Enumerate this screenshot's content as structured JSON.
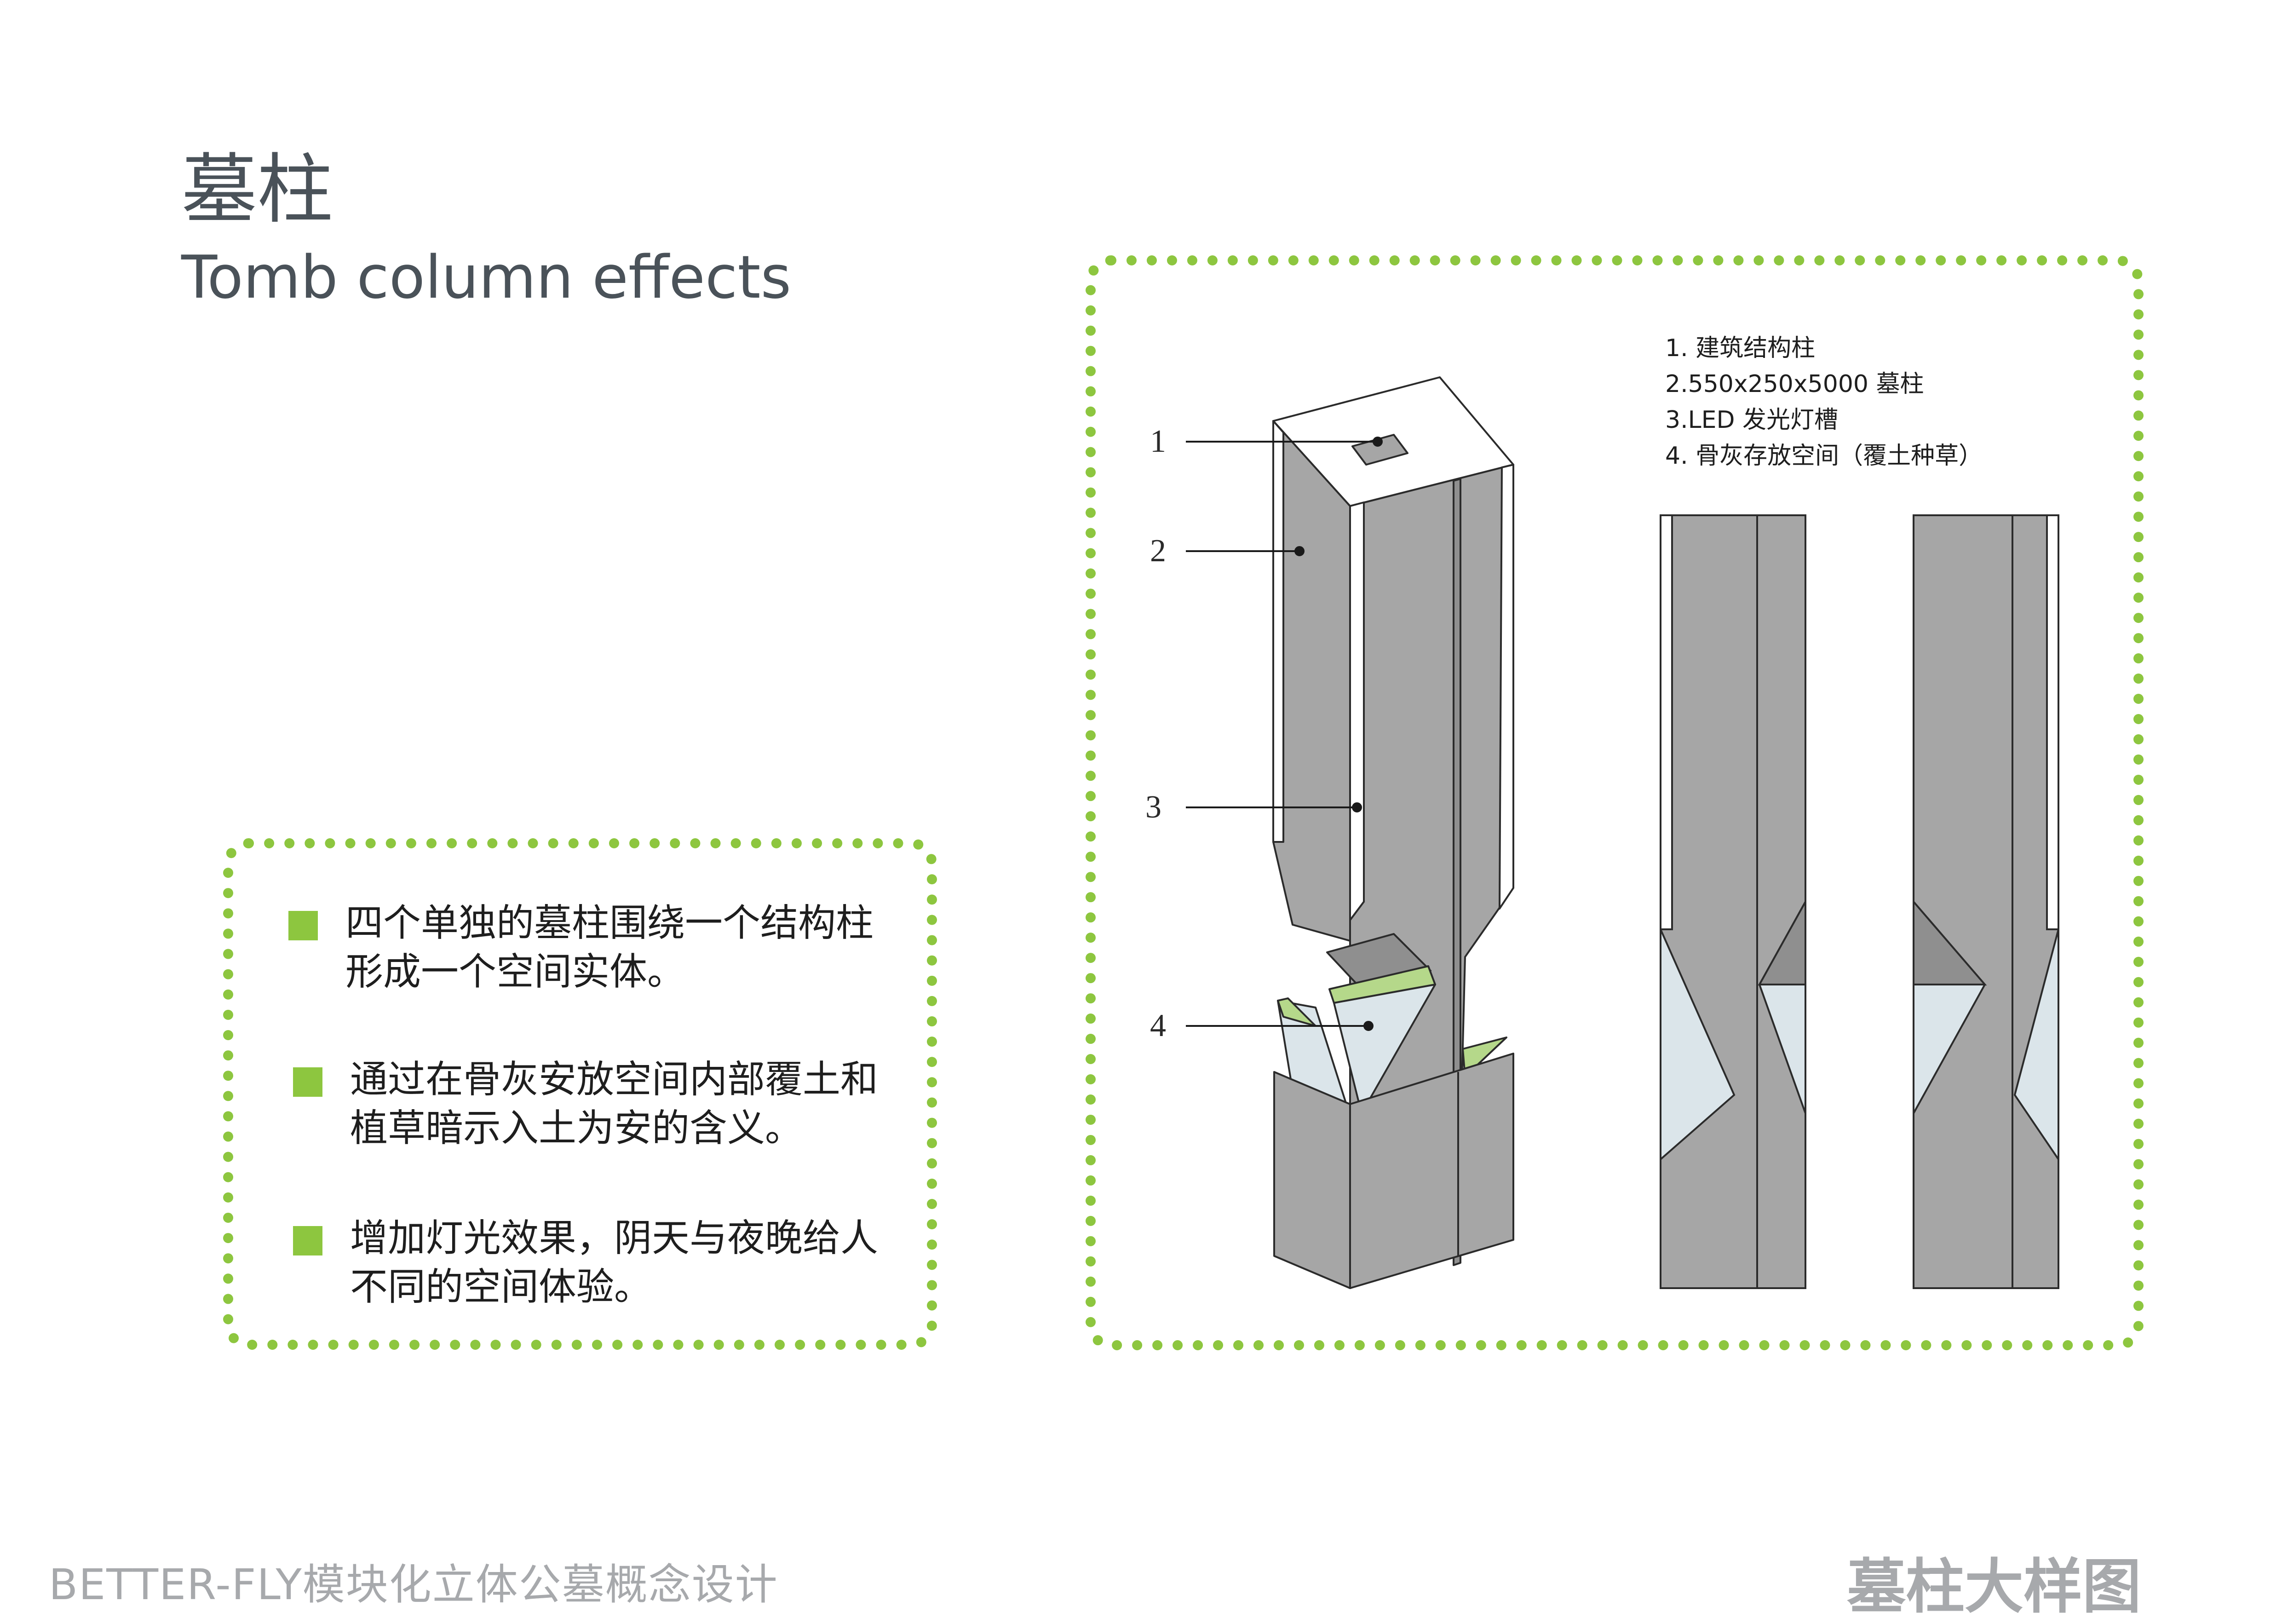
{
  "header": {
    "title_cn": "墓柱",
    "title_en": "Tomb column effects"
  },
  "description": {
    "bullets": [
      {
        "text": "四个单独的墓柱围绕一个结构柱形成一个空间实体。"
      },
      {
        "text": "通过在骨灰安放空间内部覆土和植草暗示入土为安的含义。"
      },
      {
        "text": "增加灯光效果，阴天与夜晚给人不同的空间体验。"
      }
    ]
  },
  "diagram": {
    "legend": [
      {
        "text": "1. 建筑结构柱"
      },
      {
        "text": "2.550x250x5000 墓柱"
      },
      {
        "text": "3.LED 发光灯槽"
      },
      {
        "text": "4. 骨灰存放空间（覆土种草）"
      }
    ],
    "callouts": [
      "1",
      "2",
      "3",
      "4"
    ]
  },
  "footer": {
    "project": "BETTER-FLY模块化立体公墓概念设计",
    "sheet": "墓柱大样图"
  },
  "colors": {
    "accent_green": "#8dc63f",
    "column_gray": "#a6a6a6",
    "glass": "#dbe5ea",
    "soil_green": "#b5d88a"
  }
}
